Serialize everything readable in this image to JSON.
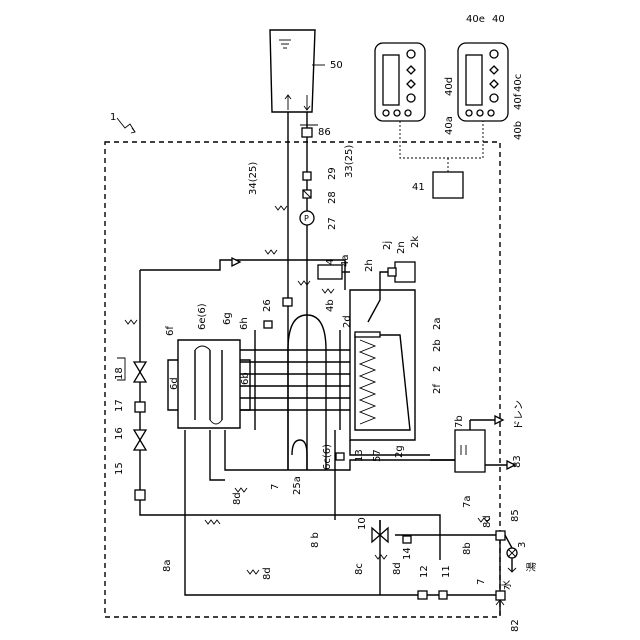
{
  "labels": {
    "l1": "1",
    "l2": "2",
    "l2a": "2a",
    "l2b": "2b",
    "l2d": "2d",
    "l2f": "2f",
    "l2g": "2g",
    "l2h": "2h",
    "l2j": "2j",
    "l2k": "2k",
    "l2n": "2n",
    "l3": "3",
    "l4": "4",
    "l4a": "4a",
    "l4b": "4b",
    "l6b": "6b",
    "l6c": "6c(6)",
    "l6d": "6d",
    "l6e": "6e(6)",
    "l6f": "6f",
    "l6g": "6g",
    "l6h": "6h",
    "l7a": "7",
    "l7b": "7",
    "l7c": "7a",
    "l7d": "7b",
    "l8a": "8a",
    "l8b1": "8 b",
    "l8b2": "8b",
    "l8c": "8c",
    "l8d1": "8d",
    "l8d2": "8d",
    "l8d3": "8d",
    "l8d4": "8d",
    "l10": "10",
    "l11": "11",
    "l12": "12",
    "l13": "13",
    "l14": "14",
    "l15": "15",
    "l16": "16",
    "l17": "17",
    "l18": "18",
    "l25a": "25a",
    "l26": "26",
    "l27": "27",
    "l28": "28",
    "l29": "29",
    "l33": "33(25)",
    "l34": "34(25)",
    "l40": "40",
    "l40a": "40a",
    "l40b": "40b",
    "l40c": "40c",
    "l40d": "40d",
    "l40e": "40e",
    "l40f": "40f",
    "l41": "41",
    "l50": "50",
    "l57": "57",
    "l82": "82",
    "l83": "83",
    "l85": "85",
    "l86": "86",
    "drain": "ドレン",
    "water": "水",
    "hot": "湯",
    "pump": "P"
  }
}
